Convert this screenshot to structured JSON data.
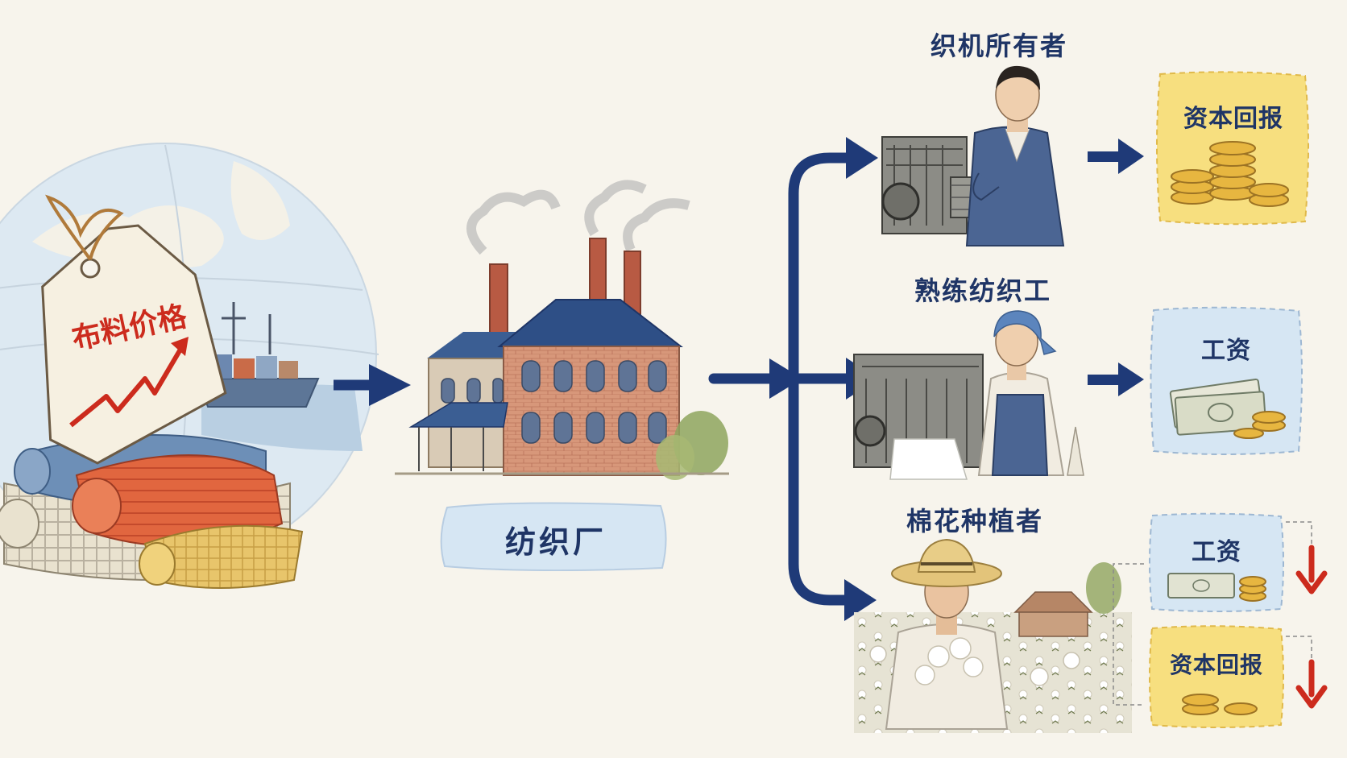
{
  "price_tag": {
    "label": "布料价格"
  },
  "factory": {
    "label": "纺织厂"
  },
  "roles": [
    {
      "label": "织机所有者"
    },
    {
      "label": "熟练纺织工"
    },
    {
      "label": "棉花种植者"
    }
  ],
  "outcomes": {
    "owner": {
      "label": "资本回报"
    },
    "weaver": {
      "label": "工资"
    },
    "planter_wage": {
      "label": "工资"
    },
    "planter_capital": {
      "label": "资本回报"
    }
  },
  "colors": {
    "navy": "#1f3a78",
    "red": "#cc2b1d",
    "blue_box": "#d6e6f3",
    "gold_box": "#f7df7f",
    "paper": "#f7f4ec"
  }
}
